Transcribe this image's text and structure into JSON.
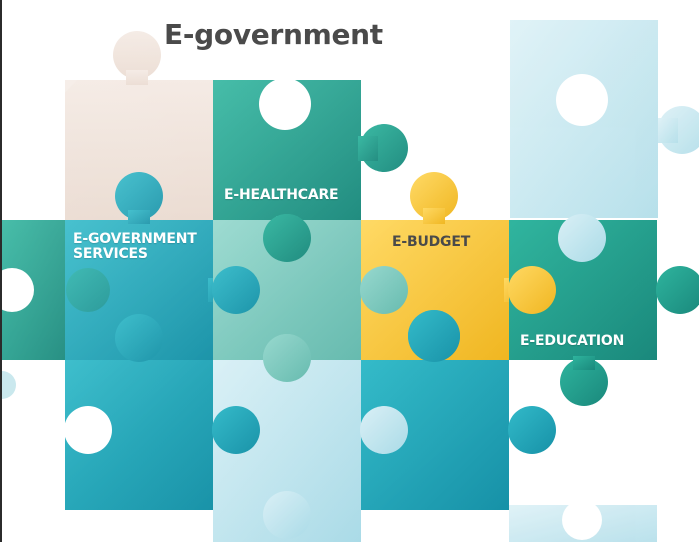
{
  "title": "E-government",
  "pieces": {
    "healthcare": "E-HEALTHCARE",
    "services_line1": "E-GOVERNMENT",
    "services_line2": "SERVICES",
    "budget": "E-BUDGET",
    "education": "E-EDUCATION"
  },
  "colors": {
    "teal_dark": "#1e9a86",
    "teal_mid": "#23a9b8",
    "teal_light": "#79cbbf",
    "sky_light": "#bfe4ee",
    "budget_yellow": "#f7c53a",
    "beige": "#efe2d9"
  }
}
